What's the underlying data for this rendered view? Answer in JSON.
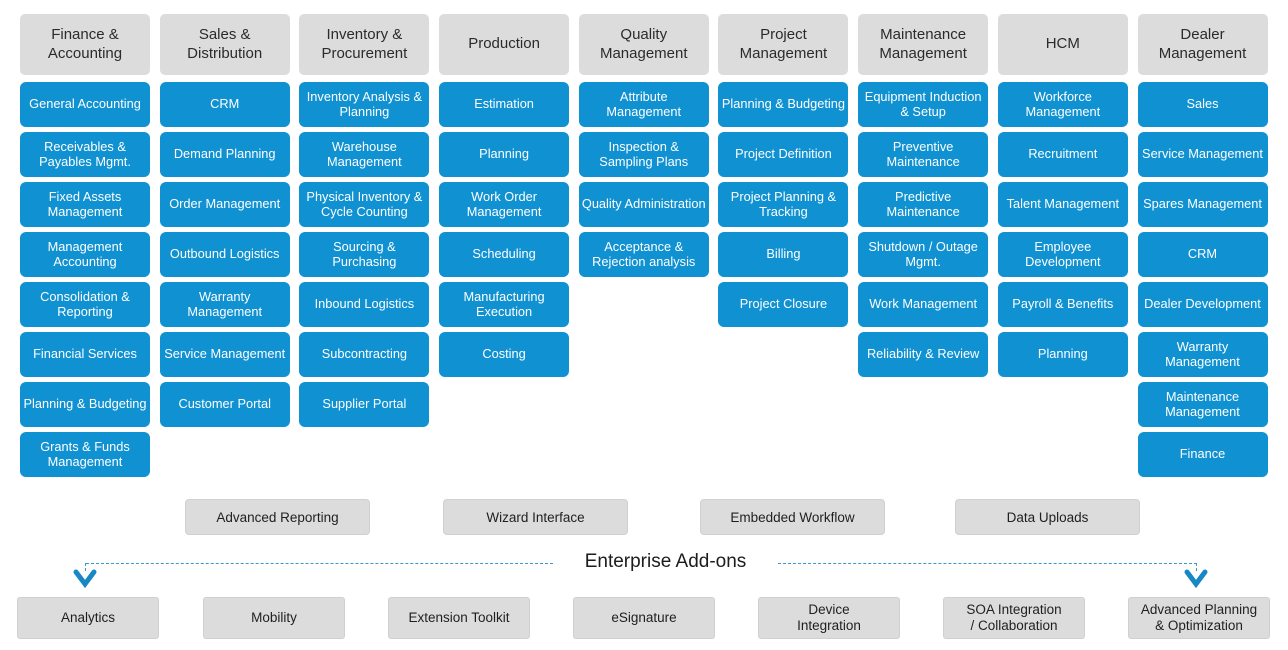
{
  "columns": [
    {
      "header": "Finance & Accounting",
      "modules": [
        "General Accounting",
        "Receivables & Payables Mgmt.",
        "Fixed Assets Management",
        "Management Accounting",
        "Consolidation & Reporting",
        "Financial Services",
        "Planning & Budgeting",
        "Grants & Funds Management"
      ]
    },
    {
      "header": "Sales & Distribution",
      "modules": [
        "CRM",
        "Demand Planning",
        "Order Management",
        "Outbound Logistics",
        "Warranty Management",
        "Service Management",
        "Customer Portal"
      ]
    },
    {
      "header": "Inventory & Procurement",
      "modules": [
        "Inventory Analysis & Planning",
        "Warehouse Management",
        "Physical Inventory & Cycle Counting",
        "Sourcing & Purchasing",
        "Inbound Logistics",
        "Subcontracting",
        "Supplier Portal"
      ]
    },
    {
      "header": "Production",
      "modules": [
        "Estimation",
        "Planning",
        "Work Order Management",
        "Scheduling",
        "Manufacturing Execution",
        "Costing"
      ]
    },
    {
      "header": "Quality Management",
      "modules": [
        "Attribute Management",
        "Inspection & Sampling Plans",
        "Quality Administration",
        "Acceptance & Rejection analysis"
      ]
    },
    {
      "header": "Project Management",
      "modules": [
        "Planning & Budgeting",
        "Project Definition",
        "Project Planning & Tracking",
        "Billing",
        "Project Closure"
      ]
    },
    {
      "header": "Maintenance Management",
      "modules": [
        "Equipment Induction & Setup",
        "Preventive Maintenance",
        "Predictive Maintenance",
        "Shutdown / Outage Mgmt.",
        "Work Management",
        "Reliability & Review"
      ]
    },
    {
      "header": "HCM",
      "modules": [
        "Workforce Management",
        "Recruitment",
        "Talent Management",
        "Employee Development",
        "Payroll & Benefits",
        "Planning"
      ]
    },
    {
      "header": "Dealer Management",
      "modules": [
        "Sales",
        "Service Management",
        "Spares Management",
        "CRM",
        "Dealer Development",
        "Warranty Management",
        "Maintenance Management",
        "Finance"
      ]
    }
  ],
  "platform_features": [
    "Advanced Reporting",
    "Wizard Interface",
    "Embedded Workflow",
    "Data Uploads"
  ],
  "addons_label": "Enterprise Add-ons",
  "addons": [
    "Analytics",
    "Mobility",
    "Extension Toolkit",
    "eSignature",
    "Device\nIntegration",
    "SOA Integration\n/ Collaboration",
    "Advanced Planning\n& Optimization"
  ],
  "colors": {
    "module_blue": "#0f91d2",
    "box_gray": "#dcdcdc",
    "arrow_blue": "#1787c5",
    "dash_blue": "#3b97cc"
  }
}
